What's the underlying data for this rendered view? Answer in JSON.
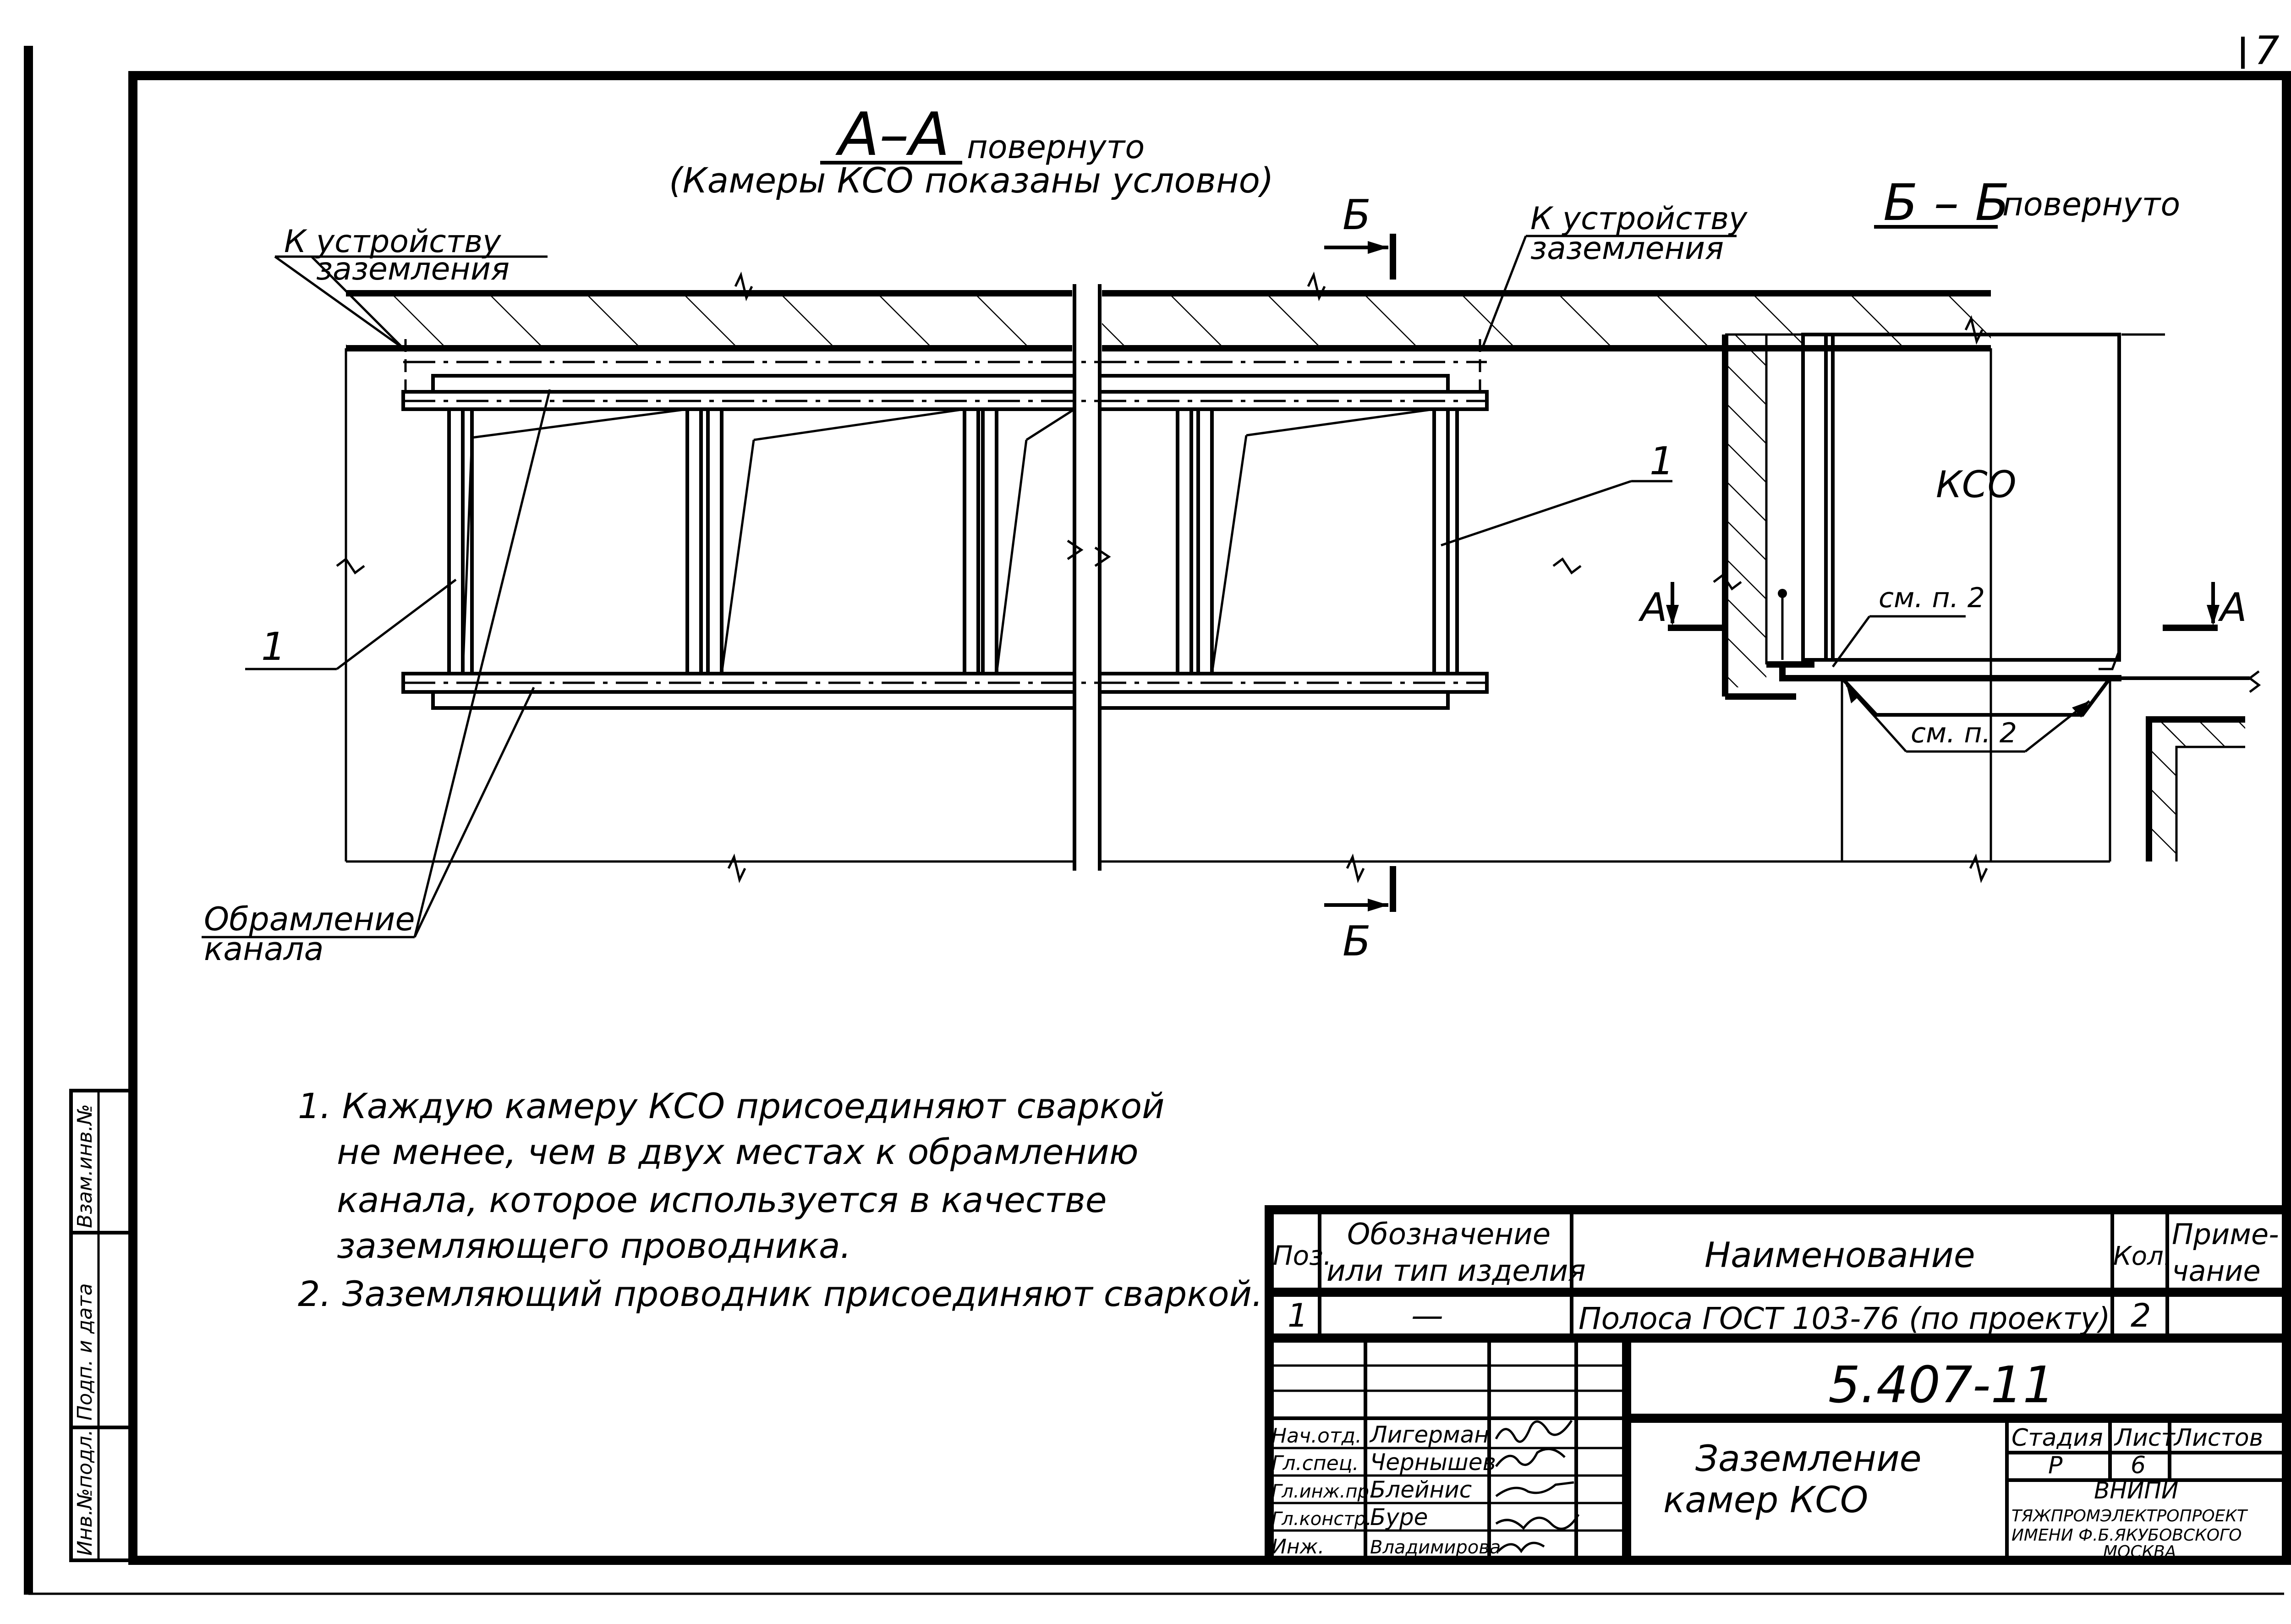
{
  "sheet_corner_number": "7",
  "section_aa": {
    "title": "А–А",
    "suffix": "повернуто",
    "subtitle": "(Камеры КСО показаны условно)"
  },
  "section_bb": {
    "title": "Б – Б",
    "suffix": "повернуто"
  },
  "cut_label_b": "Б",
  "cut_label_a": "А",
  "labels": {
    "grounding_left_1": "К устройству",
    "grounding_left_2": "заземления",
    "grounding_right_1": "К устройству",
    "grounding_right_2": "заземления",
    "position_1": "1",
    "frame_1": "Обрамление",
    "frame_2": "канала",
    "kso": "КСО",
    "see_note_2": "см. п. 2"
  },
  "notes": [
    "1. Каждую камеру КСО присоединяют сваркой",
    "не менее, чем в двух местах к обрамлению",
    "канала, которое используется в качестве",
    "заземляющего проводника.",
    "2. Заземляющий проводник присоединяют сваркой."
  ],
  "side_stamp": [
    "Инв.№подл.",
    "Подп. и дата",
    "Взам.инв.№"
  ],
  "spec_table": {
    "headers": {
      "pos": "Поз.",
      "designation_1": "Обозначение",
      "designation_2": "или тип изделия",
      "name": "Наименование",
      "qty": "Кол.",
      "note_1": "Приме-",
      "note_2": "чание"
    },
    "rows": [
      {
        "pos": "1",
        "designation": "—",
        "name": "Полоса ГОСТ 103-76 (по проекту)",
        "qty": "2",
        "note": ""
      }
    ]
  },
  "title_block": {
    "doc_number": "5.407-11",
    "title_1": "Заземление",
    "title_2": "камер КСО",
    "stage_label": "Стадия",
    "sheet_label": "Лист",
    "sheets_label": "Листов",
    "stage": "Р",
    "sheet": "6",
    "org_1": "ВНИПИ",
    "org_2": "ТЯЖПРОМЭЛЕКТРОПРОЕКТ",
    "org_3": "ИМЕНИ Ф.Б.ЯКУБОВСКОГО",
    "org_4": "МОСКВА",
    "signatures": [
      {
        "role": "Нач.отд.",
        "name": "Лигерман"
      },
      {
        "role": "Гл.спец.",
        "name": "Чернышев"
      },
      {
        "role": "Гл.инж.пр.",
        "name": "Блейнис"
      },
      {
        "role": "Гл.констр.",
        "name": "Буре"
      },
      {
        "role": "Инж.",
        "name": "Владимирова"
      }
    ]
  }
}
